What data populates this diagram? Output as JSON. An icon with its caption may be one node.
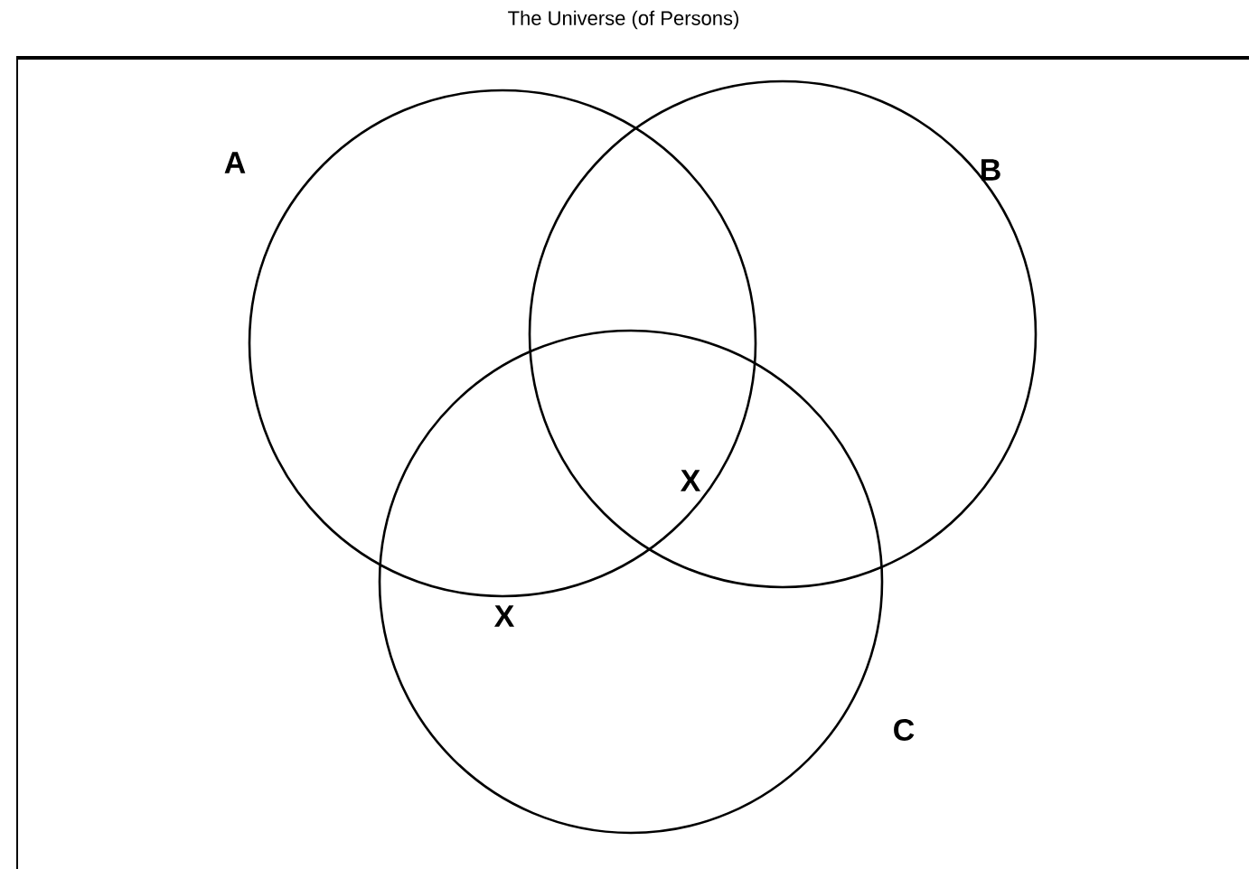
{
  "diagram": {
    "title": "The Universe (of Persons)",
    "nodes": [
      {
        "text": [],
        "shape": "circle",
        "beside": [
          "A"
        ]
      },
      {
        "text": [],
        "shape": "circle",
        "beside": [
          "B"
        ]
      },
      {
        "text": [],
        "shape": "circle",
        "beside": [
          "C"
        ]
      }
    ],
    "labels": [
      "X",
      "X"
    ]
  }
}
